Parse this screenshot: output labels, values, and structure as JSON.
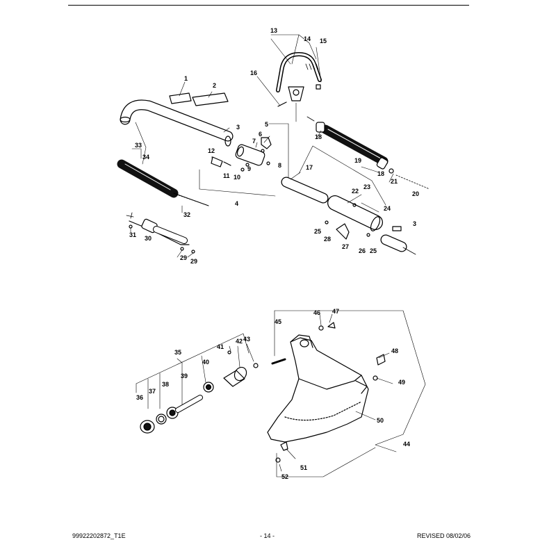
{
  "footer": {
    "document_number": "99922202872_T1E",
    "page_number": "- 14 -",
    "revised": "REVISED 08/02/06"
  },
  "callouts": [
    "1",
    "2",
    "3",
    "4",
    "5",
    "6",
    "7",
    "8",
    "9",
    "10",
    "11",
    "12",
    "13",
    "14",
    "15",
    "16",
    "17",
    "18",
    "19",
    "20",
    "21",
    "22",
    "23",
    "24",
    "25",
    "26",
    "27",
    "28",
    "29",
    "30",
    "31",
    "32",
    "33",
    "34",
    "35",
    "36",
    "37",
    "38",
    "39",
    "40",
    "41",
    "42",
    "43",
    "44",
    "45",
    "46",
    "47",
    "48",
    "49",
    "50",
    "51",
    "52"
  ],
  "colors": {
    "ink": "#000000",
    "paper": "#ffffff",
    "grip": "#111111"
  }
}
